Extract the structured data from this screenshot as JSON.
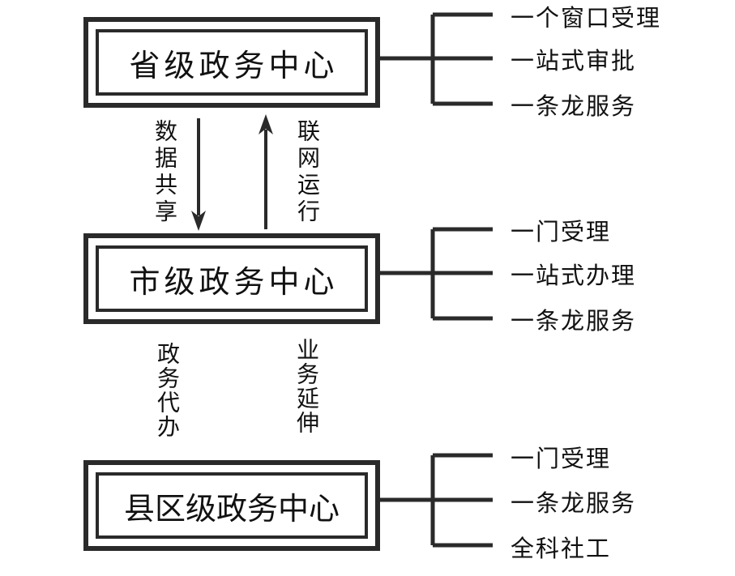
{
  "diagram": {
    "background": "#ffffff",
    "line_color": "#2a2a2a",
    "text_color": "#111111",
    "nodes": [
      {
        "label": "省级政务中心",
        "items": [
          "一个窗口受理",
          "一站式审批",
          "一条龙服务"
        ]
      },
      {
        "label": "市级政务中心",
        "items": [
          "一门受理",
          "一站式办理",
          "一条龙服务"
        ]
      },
      {
        "label": "县区级政务中心",
        "items": [
          "一门受理",
          "一条龙服务",
          "全科社工"
        ]
      }
    ],
    "flows": [
      {
        "label": "数据共享",
        "arrow": "down"
      },
      {
        "label": "联网运行",
        "arrow": "up"
      },
      {
        "label": "政务代办",
        "arrow": "none"
      },
      {
        "label": "业务延伸",
        "arrow": "none"
      }
    ]
  }
}
